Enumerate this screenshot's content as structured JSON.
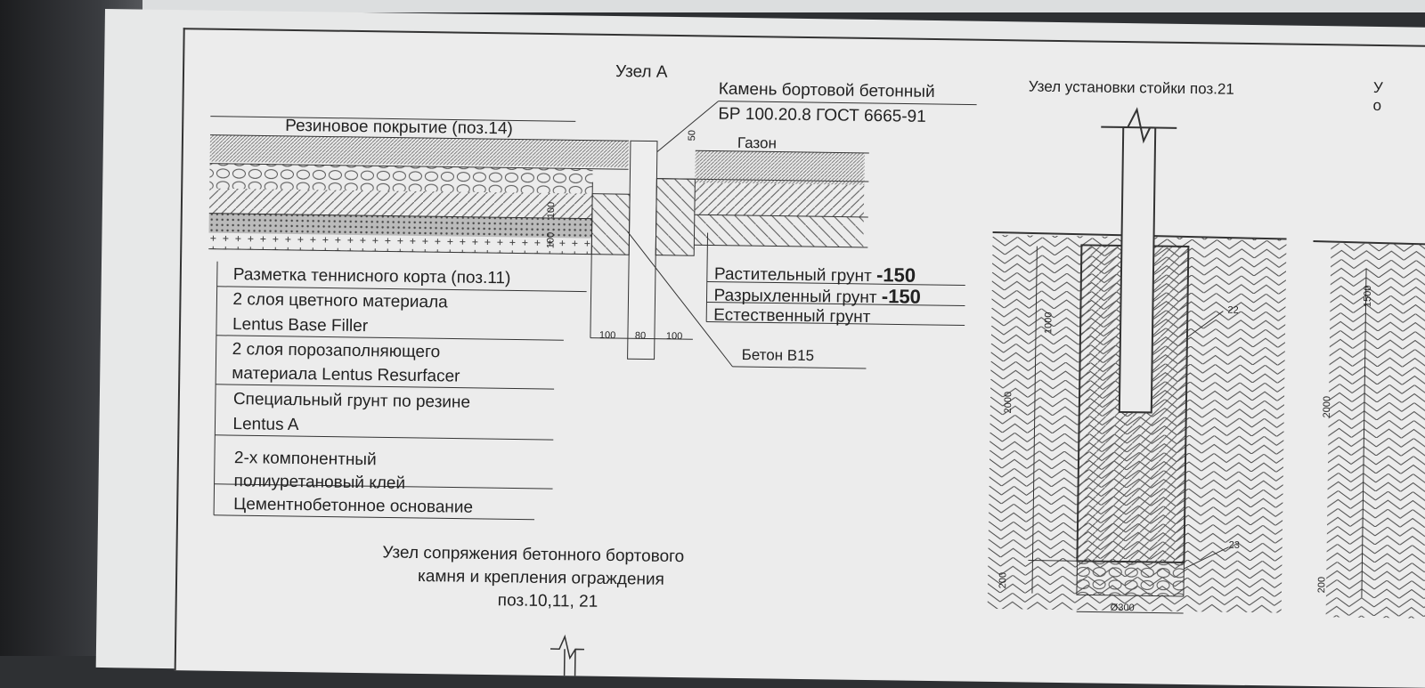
{
  "node_a": {
    "title": "Узел А",
    "stone_line1": "Камень бортовой бетонный",
    "stone_line2": "БР 100.20.8 ГОСТ 6665-91",
    "rubber": "Резиновое покрытие (поз.14)",
    "lawn": "Газон",
    "dim_50": "50",
    "dim_100v": "100",
    "dim_100v2": "100",
    "dim_100a": "100",
    "dim_80": "80",
    "dim_100b": "100",
    "layers": [
      "Разметка теннисного корта (поз.11)",
      "2 слоя цветного материала",
      "Lentus Base Filler",
      "2 слоя порозаполняющего",
      "материала Lentus Resurfacer",
      "Специальный грунт по резине",
      "Lentus A",
      "2-х компонентный",
      "полиуретановый клей",
      "Цементнобетонное основание"
    ],
    "soil_plant": "Растительный грунт",
    "soil_plant_val": "-150",
    "soil_loose": "Разрыхленный грунт",
    "soil_loose_val": "-150",
    "soil_natural": "Естественный грунт",
    "concrete": "Бетон В15"
  },
  "caption": {
    "line1": "Узел сопряжения бетонного бортового",
    "line2": "камня и крепления ограждения",
    "line3": "поз.10,11, 21"
  },
  "post_node": {
    "title": "Узел установки стойки поз.21",
    "dim_1000": "1000",
    "dim_2000": "2000",
    "dim_200": "200",
    "dim_d300": "Ø300",
    "ref_22": "22",
    "ref_23": "23"
  },
  "right_node": {
    "title_partial_1": "У",
    "title_partial_2": "о",
    "dim_1500": "1500",
    "dim_2000": "2000",
    "dim_200": "200"
  }
}
